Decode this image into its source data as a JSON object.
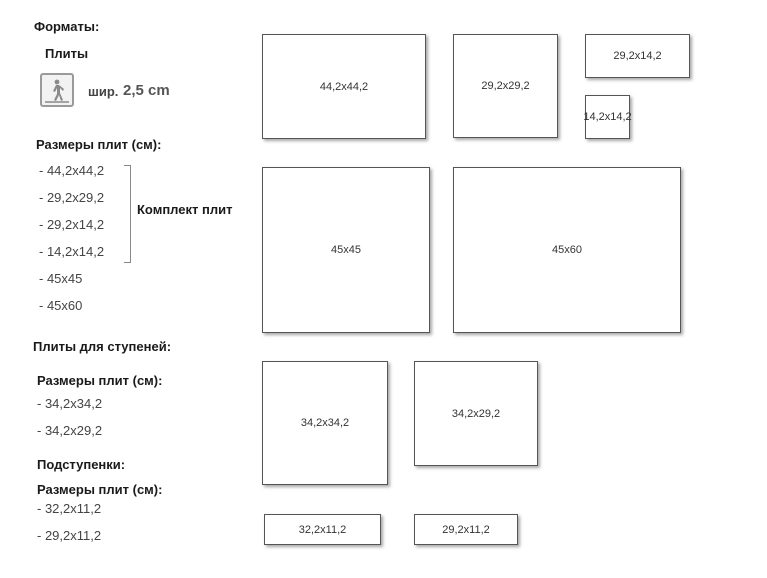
{
  "formats": {
    "title": "Форматы:",
    "slabs_label": "Плиты",
    "width_prefix": "шир.",
    "width_value": "2,5 cm",
    "sizes_title": "Размеры плит (см):",
    "sizes": [
      "- 44,2x44,2",
      "- 29,2x29,2",
      "- 29,2x14,2",
      "- 14,2x14,2",
      "- 45x45",
      "- 45x60"
    ],
    "set_label": "Комплект плит"
  },
  "steps": {
    "title": "Плиты для ступеней:",
    "sizes_title": "Размеры плит (см):",
    "sizes": [
      "- 34,2x34,2",
      "- 34,2x29,2"
    ]
  },
  "risers": {
    "title": "Подступенки:",
    "sizes_title": "Размеры плит (см):",
    "sizes": [
      "- 32,2x11,2",
      "- 29,2x11,2"
    ]
  },
  "tiles": {
    "t1": "44,2x44,2",
    "t2": "29,2x29,2",
    "t3": "29,2x14,2",
    "t4": "14,2x14,2",
    "t5": "45x45",
    "t6": "45x60",
    "t7": "34,2x34,2",
    "t8": "34,2x29,2",
    "t9": "32,2x11,2",
    "t10": "29,2x11,2"
  },
  "icons": {
    "badge": "pedestrian-icon"
  }
}
